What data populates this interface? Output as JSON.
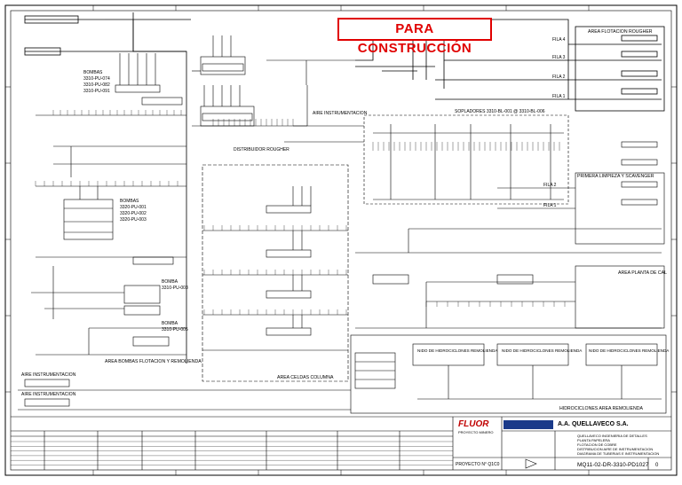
{
  "stamp": "PARA CONSTRUCCIÓN",
  "areas": {
    "flotacion_rougher": "AREA FLOTACION ROUGHER",
    "primera_limpieza": "PRIMERA LIMPIEZA Y SCAVENGER",
    "planta_cal": "AREA PLANTA DE CAL",
    "bombas_flotacion": "AREA BOMBAS FLOTACION Y REMOLIENDA",
    "celdas_columna": "AREA CELDAS COLUMNA",
    "hidrociclones": "HIDROCICLONES AREA REMOLIENDA"
  },
  "labels": {
    "bombas_1_title": "BOMBAS",
    "bombas_1_tags": [
      "3310-PU-074",
      "3310-PU-082",
      "3310-PU-091"
    ],
    "bombas_2_title": "BOMBAS",
    "bombas_2_tags": [
      "3320-PU-001",
      "3320-PU-002",
      "3320-PU-003"
    ],
    "bombas_3_title": "BOMBA",
    "bombas_3_tag": "3310-PU-003",
    "bombas_4_title": "BOMBA",
    "bombas_4_tag": "3310-PU-005",
    "distribuidor": "DISTRIBUIDOR ROUGHER",
    "sopladores": "SOPLADORES 3310-BL-001 @ 3310-BL-006",
    "aire_instr": "AIRE INSTRUMENTACION",
    "filas": [
      "FILA 4",
      "FILA 3",
      "FILA 2",
      "FILA 1"
    ],
    "filas_limpieza": [
      "FILA 2",
      "FILA 1"
    ],
    "nido_1": "NIDO DE HIDROCICLONES REMOLIENDA",
    "nido_2": "NIDO DE HIDROCICLONES REMOLIENDA",
    "nido_3": "NIDO DE HIDROCICLONES REMOLIENDA"
  },
  "title_block": {
    "company": "FLUOR",
    "company_sub": "PROYECTO MINERO",
    "client": "A.A. QUELLAVECO S.A.",
    "desc_lines": [
      "QUELLAVECO INGENIERIA DE DETALLES",
      "PLANTA PAPELERA",
      "FLOTACION DE COBRE",
      "DISTRIBUCION AIRE DE INSTRUMENTACION",
      "DIAGRAMA DE TUBERIAS E INSTRUMENTACION"
    ],
    "project": "PROYECTO N° Q1C0",
    "drawing_no": "MQ11-02-DR-3310-PD1027",
    "rev": "0"
  },
  "colors": {
    "line": "#000000",
    "stamp_red": "#e00000",
    "fluor_red": "#c00000",
    "logo_blue": "#1a3a8a"
  }
}
